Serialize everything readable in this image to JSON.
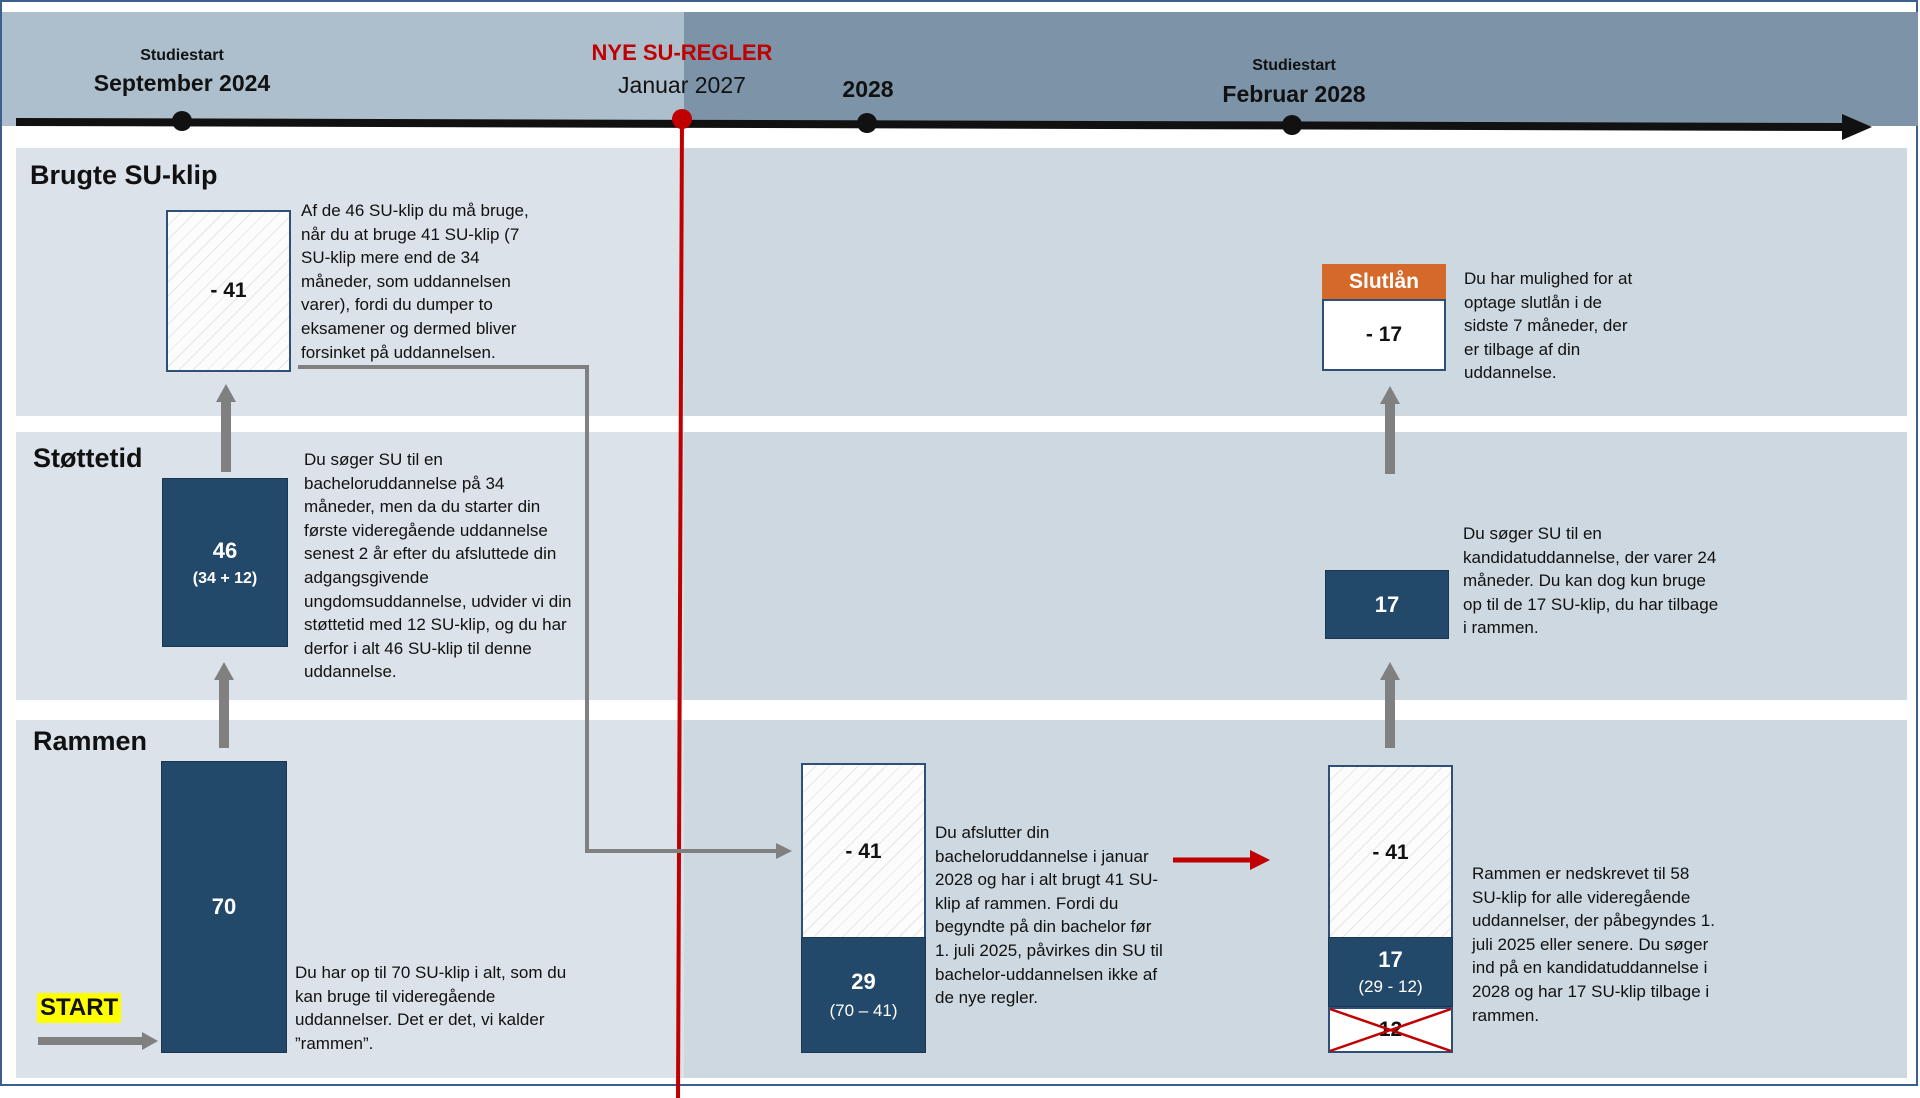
{
  "timeline": {
    "point1_small": "Studiestart",
    "point1_big": "September 2024",
    "rule_title": "NYE SU-REGLER",
    "rule_date": "Januar 2027",
    "point3_big": "2028",
    "point4_small": "Studiestart",
    "point4_big": "Februar 2028"
  },
  "lanes": {
    "brugte": "Brugte SU-klip",
    "stottetid": "Støttetid",
    "rammen": "Rammen"
  },
  "start_label": "START",
  "boxes": {
    "brugte_1": "- 41",
    "stotte_1_value": "46",
    "stotte_1_sub": "(34 + 12)",
    "rammen_1": "70",
    "rammen_2_used": "- 41",
    "rammen_2_value": "29",
    "rammen_2_sub": "(70 – 41)",
    "rammen_3_used": "- 41",
    "rammen_3_value": "17",
    "rammen_3_sub": "(29 - 12)",
    "rammen_3_crossed": "12",
    "stotte_2_value": "17",
    "slutlan_head": "Slutlån",
    "slutlan_value": "- 17"
  },
  "texts": {
    "brugte_desc": "Af de 46 SU-klip du må bruge, når du at bruge 41 SU-klip (7 SU-klip mere end de 34 måneder, som uddannelsen varer), fordi du dumper to eksamener og dermed bliver forsinket på uddannelsen.",
    "stotte_desc": "Du søger SU til en bacheloruddannelse på 34 måneder, men da du starter din første videregående uddannelse senest 2 år efter du afsluttede din adgangsgivende ungdomsuddannelse, udvider vi din støttetid med 12 SU-klip, og du har derfor i alt 46 SU-klip til denne uddannelse.",
    "rammen_desc": "Du har op til 70 SU-klip i alt, som du kan bruge til videregående uddannelser. Det er det, vi kalder ”rammen”.",
    "rammen2_desc": "Du afslutter din bacheloruddannelse i januar 2028 og har i alt brugt 41 SU-klip af rammen. Fordi du begyndte på din bachelor før 1. juli 2025, påvirkes din SU til bachelor-uddannelsen ikke af de nye regler.",
    "rammen3_desc": "Rammen er nedskrevet til 58 SU-klip for alle videregående uddannelser, der påbegyndes 1. juli 2025 eller senere. Du søger ind på en kandidatuddannelse i 2028 og har 17 SU-klip tilbage i rammen.",
    "stotte2_desc": "Du søger SU til en kandidatuddannelse, der varer 24 måneder. Du kan dog kun bruge op til de 17 SU-klip, du har tilbage i rammen.",
    "slutlan_desc": "Du har mulighed for at optage slutlån i de sidste 7 måneder, der er tilbage af din uddannelse."
  },
  "colors": {
    "dark_box": "#23496a",
    "rule_red": "#c00000",
    "slutlan_orange": "#d4692a",
    "start_yellow": "#ffff00"
  }
}
